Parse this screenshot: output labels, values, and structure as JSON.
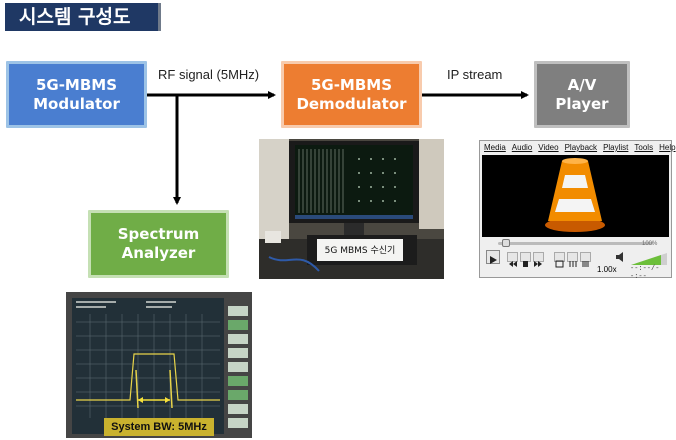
{
  "title": "시스템 구성도",
  "nodes": {
    "modulator": {
      "line1": "5G-MBMS",
      "line2": "Modulator",
      "color": "#4a7ed0"
    },
    "demodulator": {
      "line1": "5G-MBMS",
      "line2": "Demodulator",
      "color": "#ed7d31"
    },
    "player": {
      "line1": "A/V",
      "line2": "Player",
      "color": "#7f7f7f"
    },
    "analyzer": {
      "line1": "Spectrum",
      "line2": "Analyzer",
      "color": "#70ad47"
    }
  },
  "edges": {
    "rf_label": "RF signal (5MHz)",
    "ip_label": "IP stream"
  },
  "receiver_photo": {
    "sign": "5G MBMS 수신기"
  },
  "vlc": {
    "menu": [
      "Media",
      "Audio",
      "Video",
      "Playback",
      "Playlist",
      "Tools",
      "Help"
    ],
    "speed": "1.00x",
    "time": "--:--/--:--",
    "volume": "100%"
  },
  "spectrum_photo": {
    "caption": "System BW: 5MHz"
  }
}
